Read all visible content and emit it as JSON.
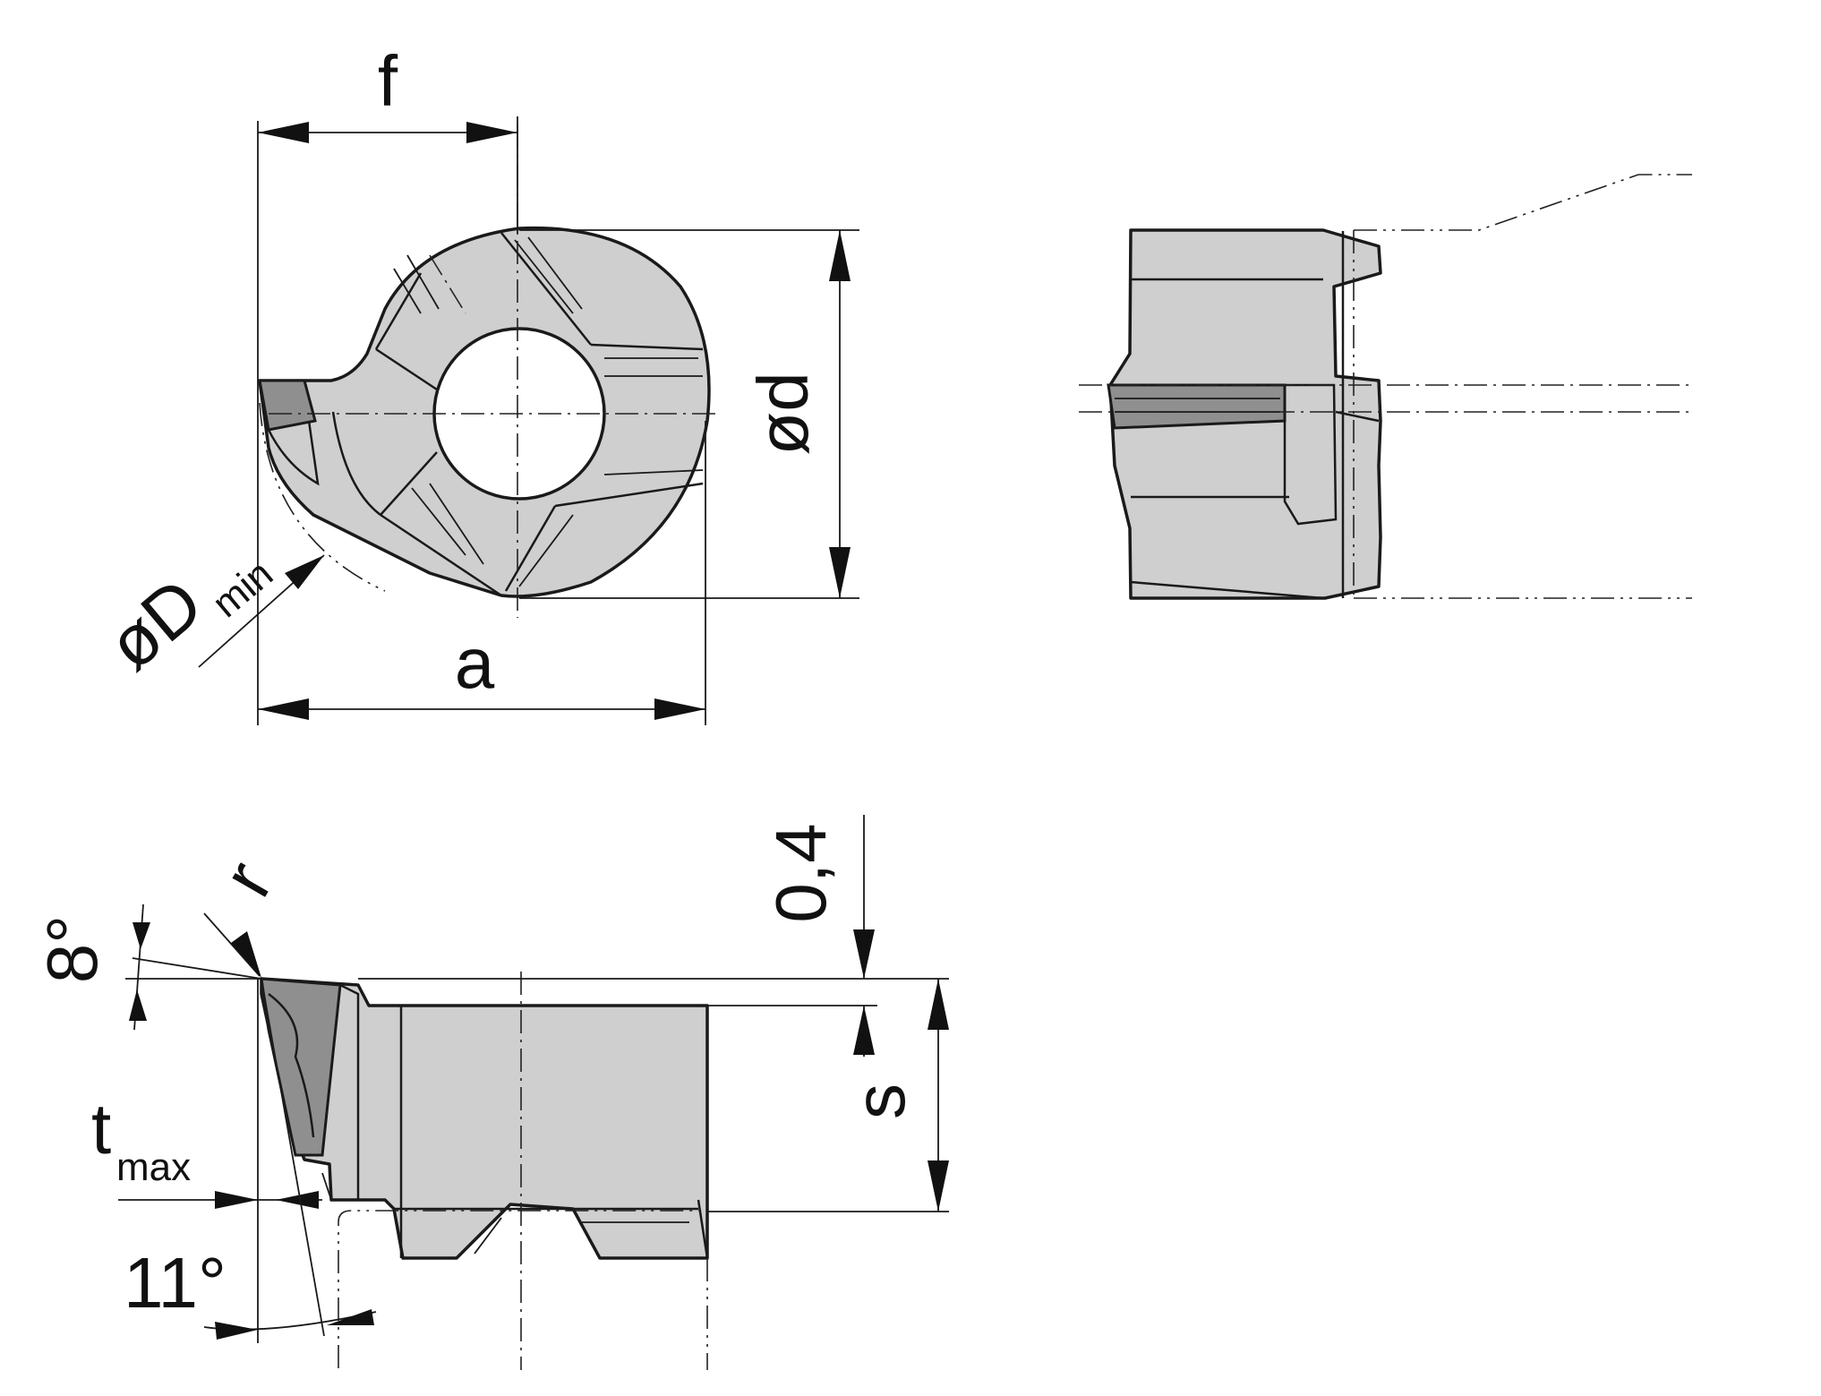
{
  "labels": {
    "f": "f",
    "d": "ød",
    "a": "a",
    "D": "øD",
    "D_sub": "min",
    "s": "s",
    "clear": "0,4",
    "r": "r",
    "angle_top": "8°",
    "t": "t",
    "t_sub": "max",
    "angle_bottom": "11°"
  },
  "colors": {
    "body_fill": "#cfcfcf",
    "insert_fill": "#8f8f8f",
    "line": "#1a1a1a"
  }
}
